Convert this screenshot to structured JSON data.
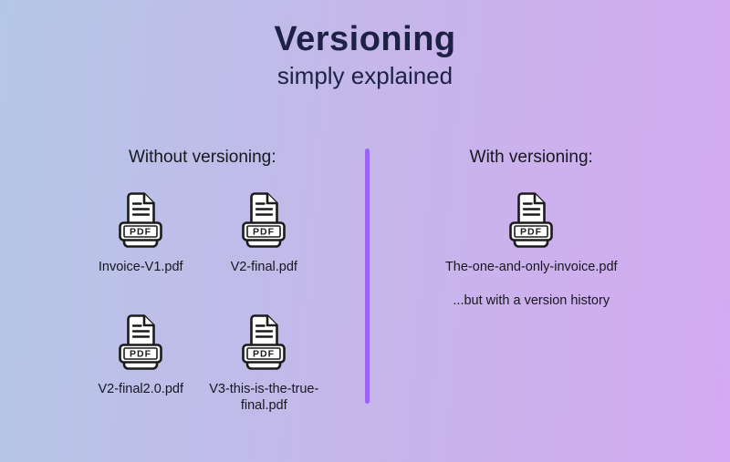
{
  "page": {
    "title": "Versioning",
    "subtitle": "simply explained"
  },
  "colors": {
    "background_left": "#b5c7e7",
    "background_right": "#d4aaf2",
    "divider": "#9d63f8",
    "title_text": "#1d2145",
    "body_text": "#17171f",
    "icon_stroke": "#1b1b1b"
  },
  "without": {
    "heading": "Without versioning:",
    "files": [
      {
        "name": "Invoice-V1.pdf"
      },
      {
        "name": "V2-final.pdf"
      },
      {
        "name": "V2-final2.0.pdf"
      },
      {
        "name": "V3-this-is-the-true-final.pdf"
      }
    ]
  },
  "with": {
    "heading": "With versioning:",
    "files": [
      {
        "name": "The-one-and-only-invoice.pdf"
      }
    ],
    "note": "...but with a version history"
  },
  "icons": {
    "pdf_badge_label": "PDF"
  }
}
